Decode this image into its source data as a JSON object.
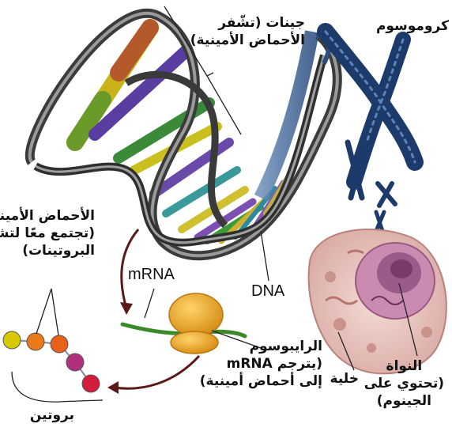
{
  "labels": {
    "genes": [
      "جينات (تشّفر",
      "الأحماض الأمينية)"
    ],
    "chromosome": "كروموسوم",
    "amino_acids": [
      "الأحماض الأمينية",
      "(تجتمع معًا لتشكل",
      "البروتينات)"
    ],
    "mrna": "mRNA",
    "dna": "DNA",
    "ribosome": [
      "الرايبوسوم",
      "(يترجم mRNA",
      "إلى أحماض أمينية)"
    ],
    "cell": "خلية",
    "nucleus": [
      "النواة",
      "(تحتوي على",
      "الجينوم)"
    ],
    "protein": "بروتين"
  },
  "bead_colors": [
    "#d8c800",
    "#e87a1a",
    "#e8601a",
    "#b0307a",
    "#d21e3a"
  ],
  "colors": {
    "backbone": "#3b3b3b",
    "chromosome": "#1d3b6a",
    "ribosome": "#f2b233",
    "mrna_strand": "#3a8a2a",
    "cell": "#e9c7c2",
    "nucleus": "#b77aa0"
  }
}
